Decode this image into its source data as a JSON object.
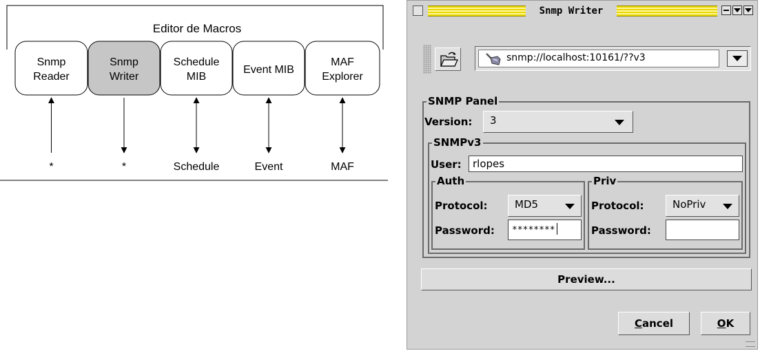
{
  "diagram": {
    "title": "Editor de Macros",
    "modules": [
      {
        "line1": "Snmp",
        "line2": "Reader",
        "selected": false,
        "arrow": "up",
        "target": "*"
      },
      {
        "line1": "Snmp",
        "line2": "Writer",
        "selected": true,
        "arrow": "down",
        "target": "*"
      },
      {
        "line1": "Schedule",
        "line2": "MIB",
        "selected": false,
        "arrow": "both",
        "target": "Schedule"
      },
      {
        "line1": "Event MIB",
        "line2": "",
        "selected": false,
        "arrow": "both",
        "target": "Event"
      },
      {
        "line1": "MAF",
        "line2": "Explorer",
        "selected": false,
        "arrow": "both",
        "target": "MAF"
      }
    ],
    "selected_color": "#c6c6c6"
  },
  "dialog": {
    "title": "Snmp Writer",
    "title_stripe_color": "#e8d800",
    "window_buttons": [
      "minimize-icon",
      "shade-icon",
      "maximize-icon"
    ],
    "open_button_icon": "folder-open-icon",
    "url": "snmp://localhost:10161/??v3",
    "url_icon": "agent-connector-icon",
    "snmp_panel": {
      "legend": "SNMP Panel",
      "version_label": "Version:",
      "version_value": "3",
      "v3": {
        "legend": "SNMPv3",
        "user_label": "User:",
        "user_value": "rlopes",
        "auth": {
          "legend": "Auth",
          "protocol_label": "Protocol:",
          "protocol_value": "MD5",
          "password_label": "Password:",
          "password_value": "********"
        },
        "priv": {
          "legend": "Priv",
          "protocol_label": "Protocol:",
          "protocol_value": "NoPriv",
          "password_label": "Password:",
          "password_value": ""
        }
      }
    },
    "preview_label": "Preview...",
    "cancel_mnemonic": "C",
    "cancel_rest": "ancel",
    "ok_mnemonic": "O",
    "ok_rest": "K"
  }
}
